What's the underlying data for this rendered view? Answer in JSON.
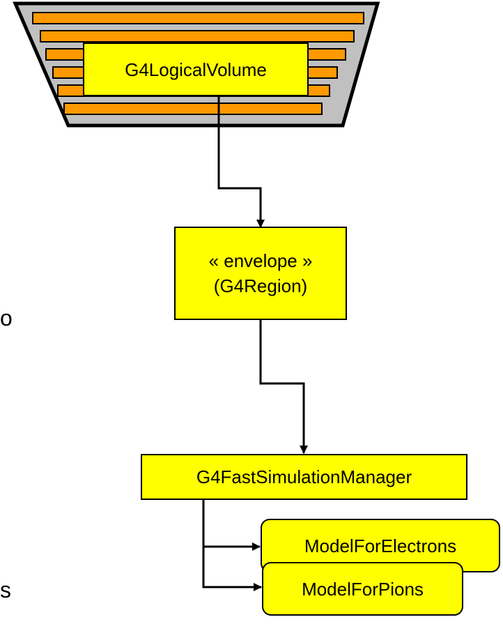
{
  "colors": {
    "detector_fill": "#c0c0c0",
    "slab_fill": "#ff9900",
    "box_fill": "#ffff00",
    "stroke": "#000000"
  },
  "nodes": {
    "logical_volume": {
      "label": "G4LogicalVolume"
    },
    "envelope": {
      "line1": "« envelope »",
      "line2": "(G4Region)"
    },
    "fast_sim_manager": {
      "label": "G4FastSimulationManager"
    },
    "model_electrons": {
      "label": "ModelForElectrons"
    },
    "model_pions": {
      "label": "ModelForPions"
    }
  },
  "edges": [
    {
      "from": "logical_volume",
      "to": "envelope"
    },
    {
      "from": "envelope",
      "to": "fast_sim_manager"
    },
    {
      "from": "fast_sim_manager",
      "to": "model_electrons"
    },
    {
      "from": "fast_sim_manager",
      "to": "model_pions"
    }
  ],
  "clipped_text": {
    "left_fragment_1": "o",
    "left_fragment_2": "s"
  }
}
